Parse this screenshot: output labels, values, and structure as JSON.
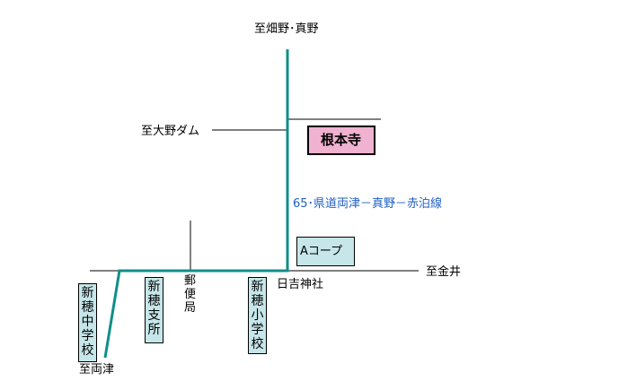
{
  "directions": {
    "north": "至畑野･真野",
    "west": "至大野ダム",
    "east": "至金井",
    "south": "至両津"
  },
  "route": {
    "label": "65･県道両津－真野－赤泊線",
    "color": "#0f8f88"
  },
  "landmarks": {
    "temple": {
      "label": "根本寺",
      "fill": "#f0b2d1"
    },
    "coop": {
      "label": "Aコープ",
      "fill": "#c6e6e9"
    },
    "shrine": {
      "label": "日吉神社"
    },
    "post_office": {
      "label": "郵便局"
    },
    "middle_school": {
      "label": "新穂中学校"
    },
    "branch_office": {
      "label": "新穂支所"
    },
    "elementary_school": {
      "label": "新穂小学校"
    }
  }
}
